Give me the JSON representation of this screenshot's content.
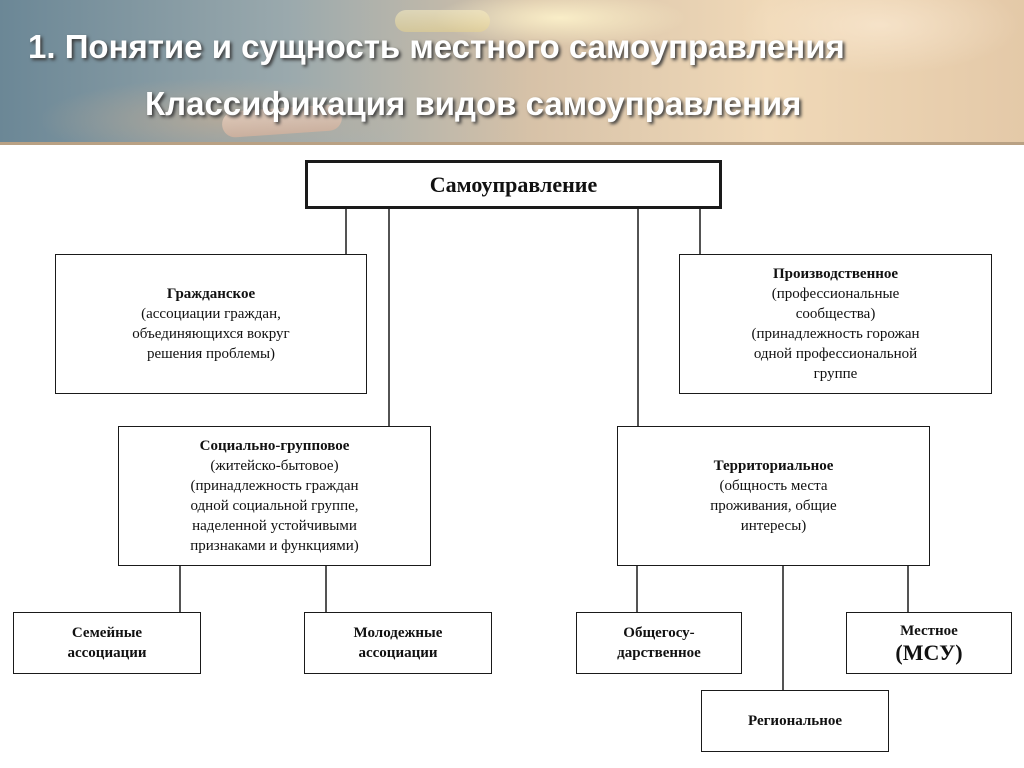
{
  "header": {
    "title": "1. Понятие  и сущность местного самоуправления",
    "subtitle": "Классификация видов самоуправления"
  },
  "diagram": {
    "root": {
      "label": "Самоуправление"
    },
    "civil": {
      "head": "Гражданское",
      "lines": [
        "(ассоциации граждан,",
        "объединяющихся вокруг",
        "решения проблемы)"
      ]
    },
    "production": {
      "head": "Производственное",
      "lines": [
        "(профессиональные",
        "сообщества)",
        "(принадлежность горожан",
        "одной профессиональной",
        "группе"
      ]
    },
    "social_group": {
      "head": "Социально-групповое",
      "lines": [
        "(житейско-бытовое)",
        "(принадлежность граждан",
        "одной социальной группе,",
        "наделенной  устойчивыми",
        "признаками и функциями)"
      ]
    },
    "territorial": {
      "head": "Территориальное",
      "lines": [
        "(общность места",
        "проживания, общие",
        "интересы)"
      ]
    },
    "family": {
      "lines": [
        "Семейные",
        "ассоциации"
      ]
    },
    "youth": {
      "lines": [
        "Молодежные",
        "ассоциации"
      ]
    },
    "state": {
      "lines": [
        "Общегосу-",
        "дарственное"
      ]
    },
    "local": {
      "lines": [
        "Местное",
        "(МСУ)"
      ]
    },
    "regional": {
      "label": "Региональное"
    }
  }
}
